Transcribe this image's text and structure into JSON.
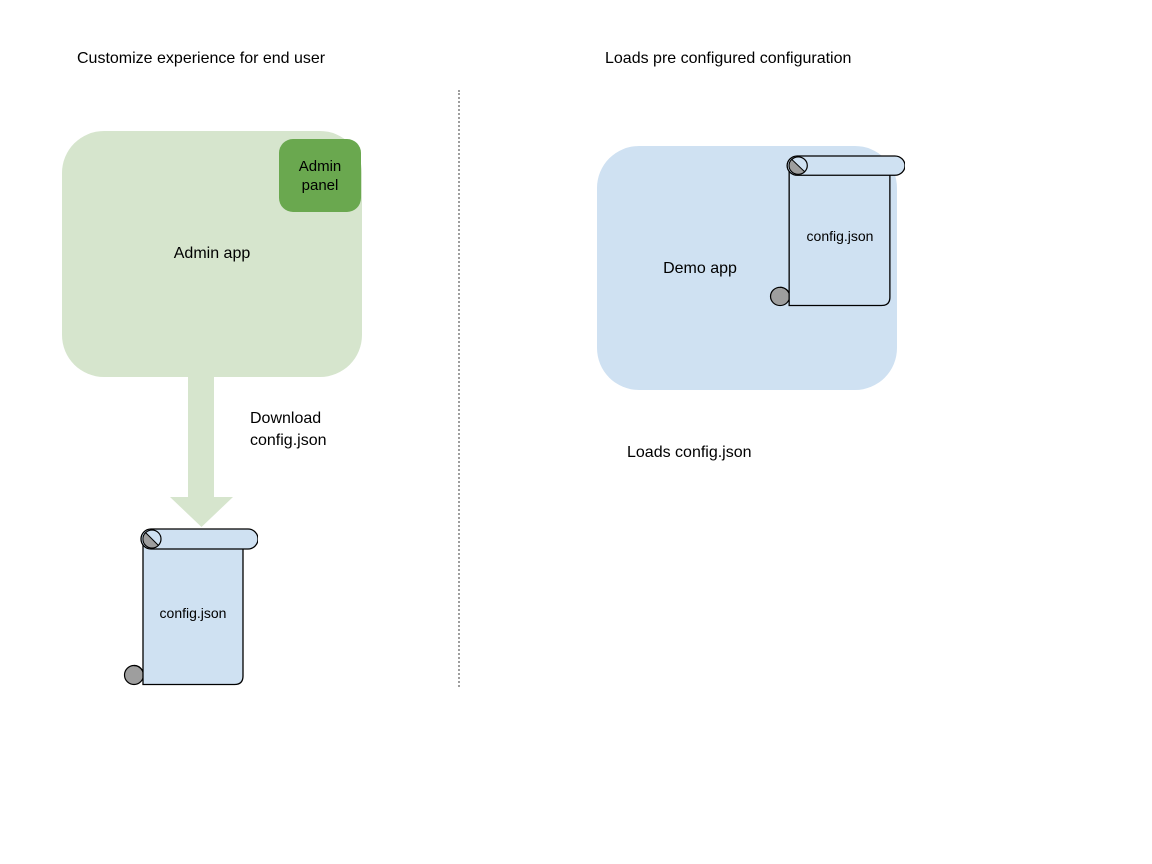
{
  "colors": {
    "app_green": "#d6e5cd",
    "badge_green": "#6aa84f",
    "arrow_green": "#d6e5cd",
    "app_blue": "#cfe1f2",
    "scroll_blue": "#cfe1f2",
    "roll_gray": "#9e9e9e",
    "outline": "#000000",
    "divider_gray": "#9e9e9e"
  },
  "left_panel": {
    "title": "Customize experience for end user",
    "app_box": {
      "label": "Admin app"
    },
    "badge": {
      "label": "Admin panel"
    },
    "arrow_caption": "Download config.json",
    "config_file": {
      "label": "config.json"
    }
  },
  "right_panel": {
    "title": "Loads pre configured configuration",
    "app_box": {
      "label": "Demo app"
    },
    "config_file": {
      "label": "config.json"
    },
    "caption": "Loads config.json"
  }
}
